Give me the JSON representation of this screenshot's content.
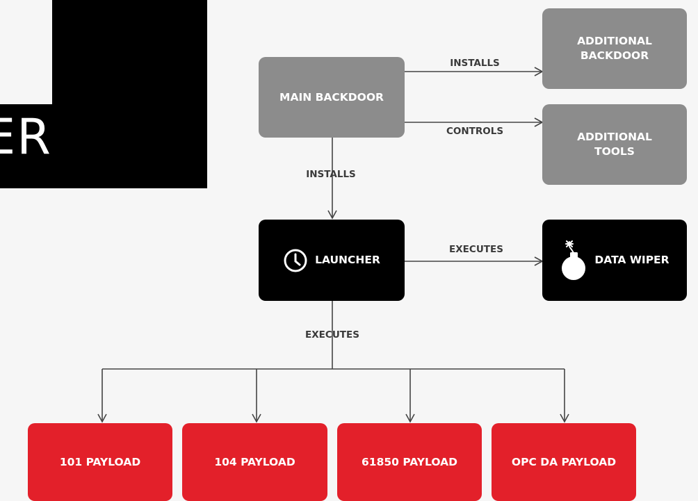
{
  "logo": {
    "text": "ER"
  },
  "nodes": {
    "main_backdoor": "MAIN BACKDOOR",
    "additional_backdoor": "ADDITIONAL\nBACKDOOR",
    "additional_tools": "ADDITIONAL\nTOOLS",
    "launcher": "LAUNCHER",
    "data_wiper": "DATA WIPER",
    "payload_101": "101 PAYLOAD",
    "payload_104": "104 PAYLOAD",
    "payload_61850": "61850 PAYLOAD",
    "payload_opc_da": "OPC DA PAYLOAD"
  },
  "edges": {
    "installs_backdoor": "INSTALLS",
    "controls_tools": "CONTROLS",
    "installs_launcher": "INSTALLS",
    "executes_wiper": "EXECUTES",
    "executes_payloads": "EXECUTES"
  },
  "icons": {
    "launcher": "clock-icon",
    "data_wiper": "bomb-icon"
  },
  "colors": {
    "grey_node": "#8c8c8c",
    "black_node": "#000000",
    "red_node": "#e3202a",
    "line": "#444444"
  }
}
